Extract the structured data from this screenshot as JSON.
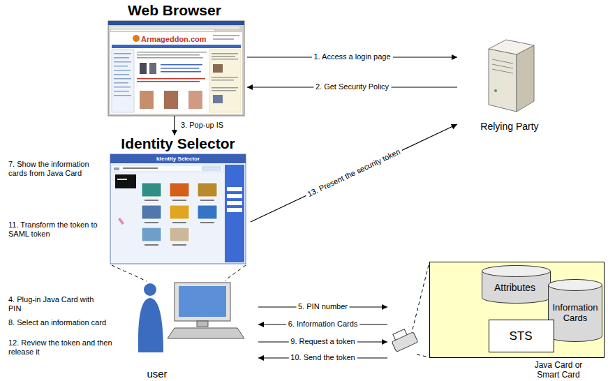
{
  "diagram": {
    "nodes": [
      {
        "text": [
          "Web Browser",
          "Armageddon.com"
        ]
      },
      {
        "text": [
          "Relying Party"
        ]
      },
      {
        "text": [
          "Identity Selector",
          "Identity Selector"
        ]
      },
      {
        "text": [
          "user"
        ]
      },
      {
        "text": [
          "Java Card or Smart Card"
        ]
      },
      {
        "text": [
          "Attributes"
        ],
        "in": 4
      },
      {
        "text": [
          "Information Cards"
        ],
        "in": 4
      },
      {
        "text": [
          "STS"
        ],
        "in": 4
      }
    ],
    "edges": [
      {
        "from": 0,
        "to": 1,
        "label": "1. Access a login page",
        "arrow": "to"
      },
      {
        "from": 1,
        "to": 0,
        "label": "2. Get Security Policy",
        "arrow": "to"
      },
      {
        "from": 0,
        "to": 2,
        "label": "3. Pop-up IS",
        "arrow": "to"
      },
      {
        "from": 2,
        "to": 1,
        "label": "13. Present the security token",
        "arrow": "to"
      },
      {
        "from": 3,
        "to": 4,
        "label": "5. PIN number",
        "arrow": "to"
      },
      {
        "from": 4,
        "to": 3,
        "label": "6. Information Cards",
        "arrow": "to"
      },
      {
        "from": 3,
        "to": 4,
        "label": "9. Request a token",
        "arrow": "to"
      },
      {
        "from": 4,
        "to": 3,
        "label": "10. Send the token",
        "arrow": "to"
      },
      {
        "from": 5,
        "to": 7,
        "arrow": "both"
      }
    ],
    "labels": [
      "7. Show the information cards from Java Card",
      "11. Transform the token to SAML token",
      "4. Plug-in Java Card with PIN",
      "8. Select an information card",
      "12. Review the token and then release it"
    ]
  }
}
